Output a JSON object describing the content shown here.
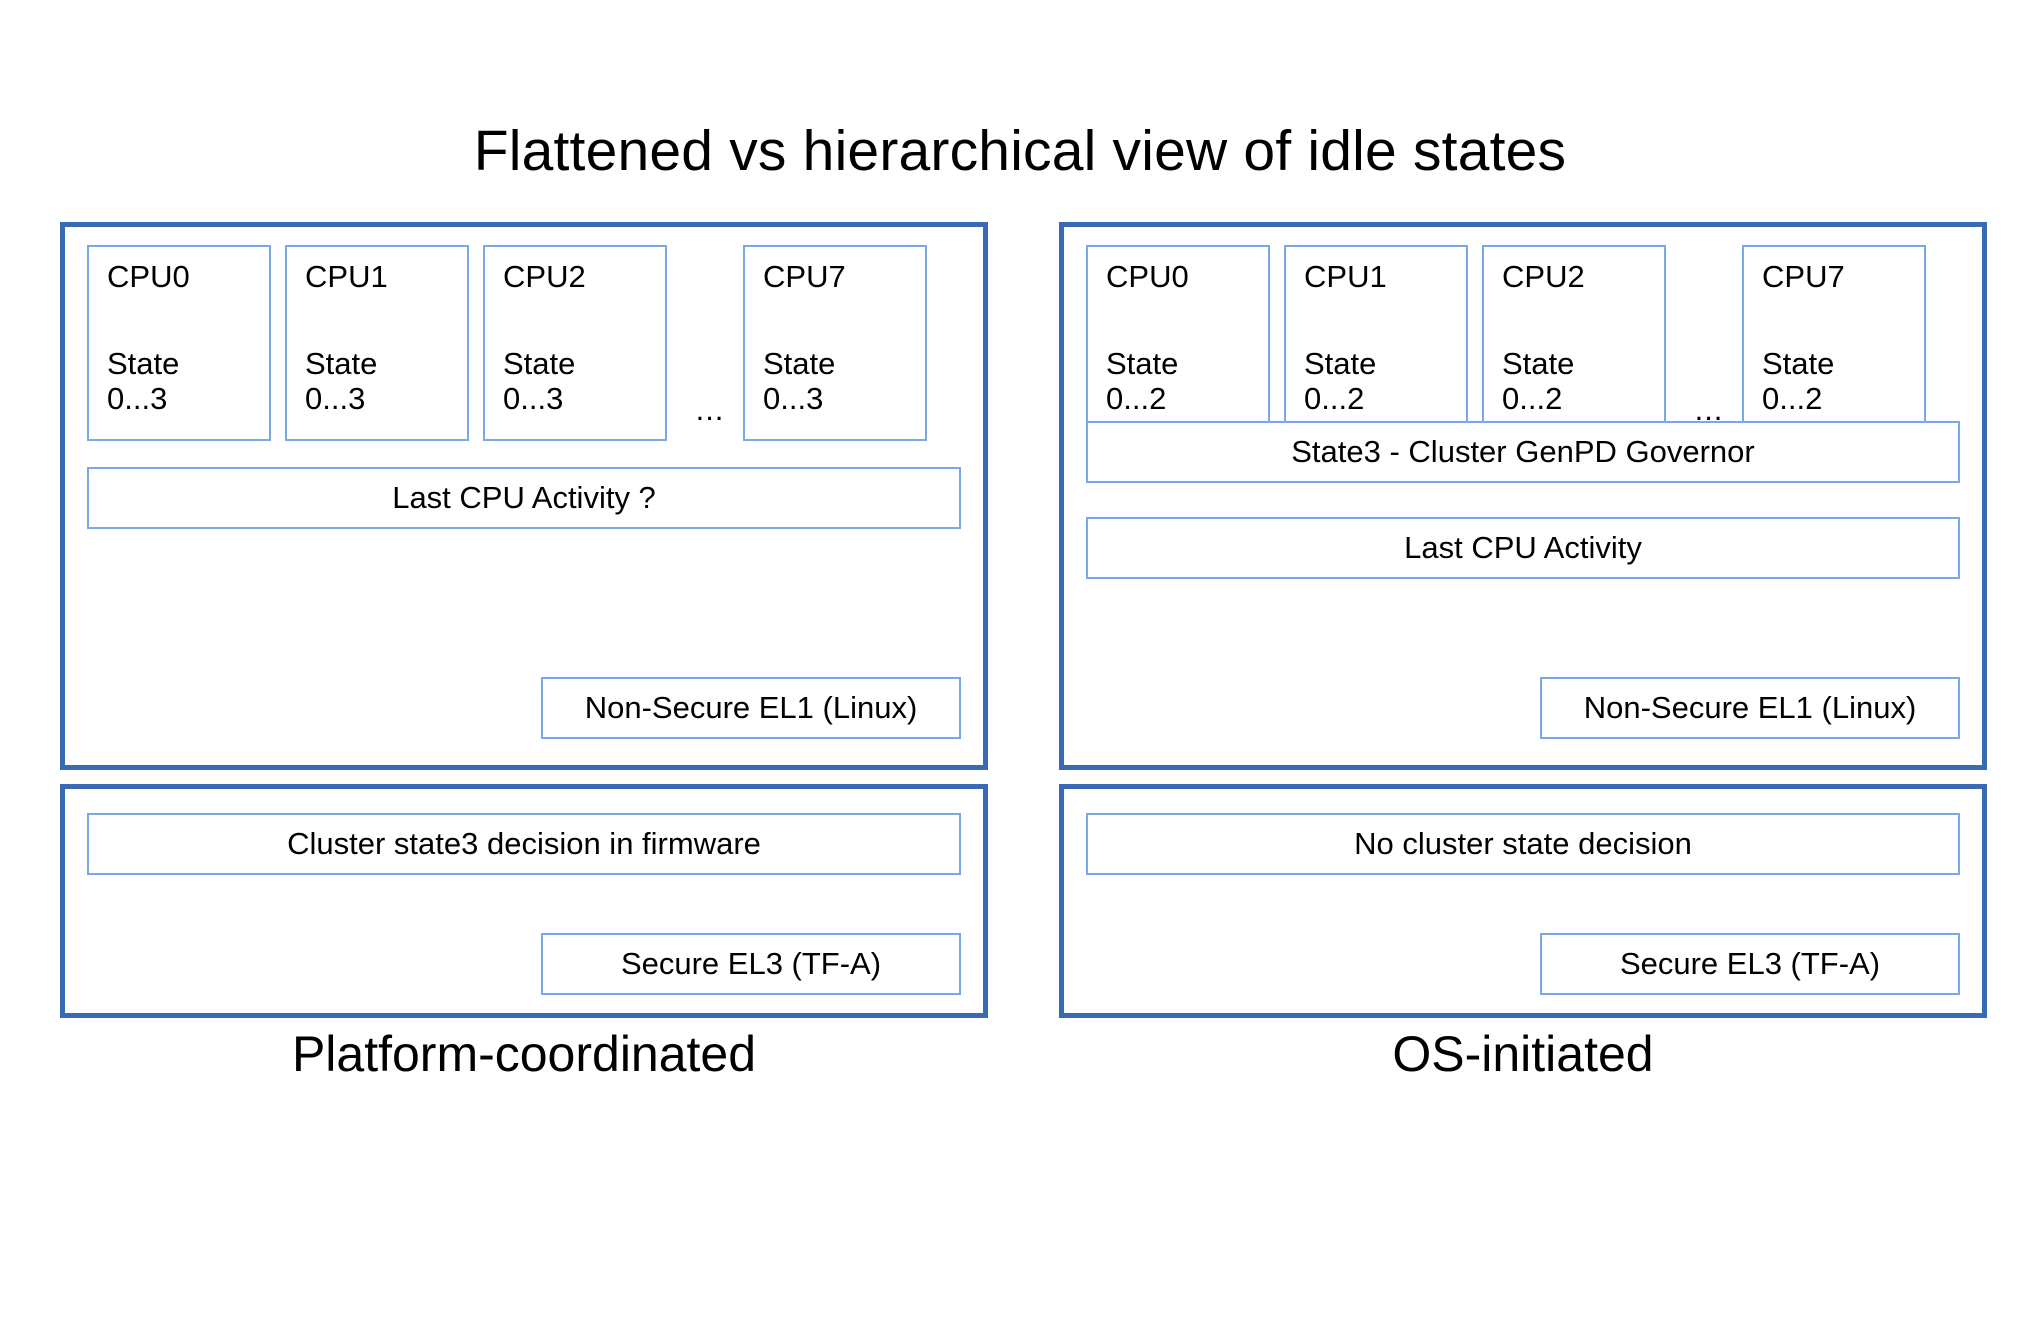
{
  "title": "Flattened vs hierarchical view of idle states",
  "colors": {
    "panel_border": "#3b6ab5",
    "box_border": "#7aa7e8",
    "background": "#ffffff",
    "text": "#000000"
  },
  "left_column": {
    "caption": "Platform-coordinated",
    "os_panel": {
      "cpus": [
        {
          "name": "CPU0",
          "state_word": "State",
          "state_range": "0...3"
        },
        {
          "name": "CPU1",
          "state_word": "State",
          "state_range": "0...3"
        },
        {
          "name": "CPU2",
          "state_word": "State",
          "state_range": "0...3"
        },
        {
          "name": "CPU7",
          "state_word": "State",
          "state_range": "0...3"
        }
      ],
      "ellipsis": "...",
      "last_activity": "Last CPU Activity ?",
      "exception_level": "Non-Secure EL1 (Linux)"
    },
    "firmware_panel": {
      "decision": "Cluster state3 decision in firmware",
      "exception_level": "Secure EL3 (TF-A)"
    }
  },
  "right_column": {
    "caption": "OS-initiated",
    "os_panel": {
      "cpus": [
        {
          "name": "CPU0",
          "state_word": "State",
          "state_range": "0...2"
        },
        {
          "name": "CPU1",
          "state_word": "State",
          "state_range": "0...2"
        },
        {
          "name": "CPU2",
          "state_word": "State",
          "state_range": "0...2"
        },
        {
          "name": "CPU7",
          "state_word": "State",
          "state_range": "0...2"
        }
      ],
      "ellipsis": "...",
      "genpd_governor": "State3 - Cluster GenPD Governor",
      "last_activity": "Last CPU Activity",
      "exception_level": "Non-Secure EL1 (Linux)"
    },
    "firmware_panel": {
      "decision": "No cluster state decision",
      "exception_level": "Secure EL3 (TF-A)"
    }
  }
}
